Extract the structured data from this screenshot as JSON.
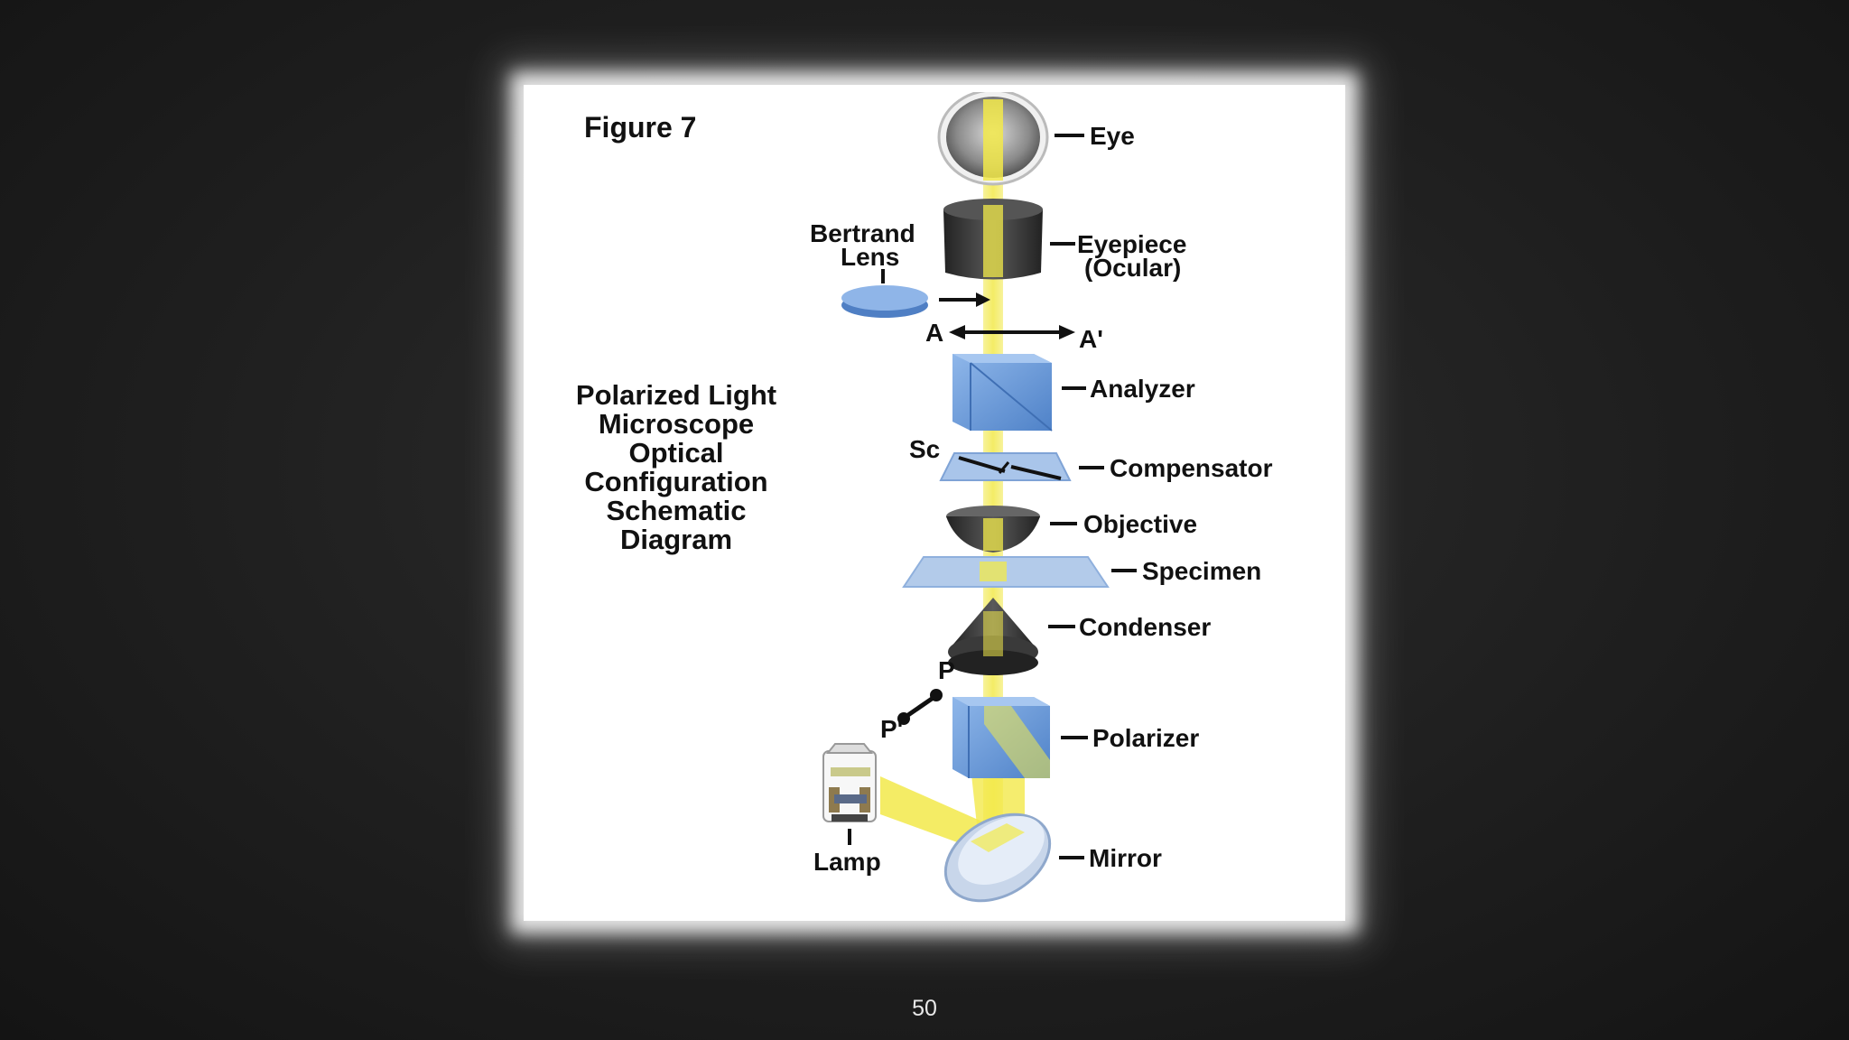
{
  "figure": {
    "title": "Figure 7",
    "caption_lines": [
      "Polarized Light",
      "Microscope",
      "Optical",
      "Configuration",
      "Schematic",
      "Diagram"
    ],
    "labels": {
      "eye": "Eye",
      "eyepiece_line1": "Eyepiece",
      "eyepiece_line2": "(Ocular)",
      "bertrand_line1": "Bertrand",
      "bertrand_line2": "Lens",
      "a": "A",
      "a_prime": "A'",
      "analyzer": "Analyzer",
      "sc": "Sc",
      "compensator": "Compensator",
      "objective": "Objective",
      "specimen": "Specimen",
      "condenser": "Condenser",
      "p": "P",
      "p_prime": "P'",
      "polarizer": "Polarizer",
      "lamp": "Lamp",
      "mirror": "Mirror"
    },
    "colors": {
      "light_beam": "#f2ea55",
      "optic_blue": "#6f9fdc",
      "dark_component": "#333333"
    }
  },
  "page_number": "50"
}
